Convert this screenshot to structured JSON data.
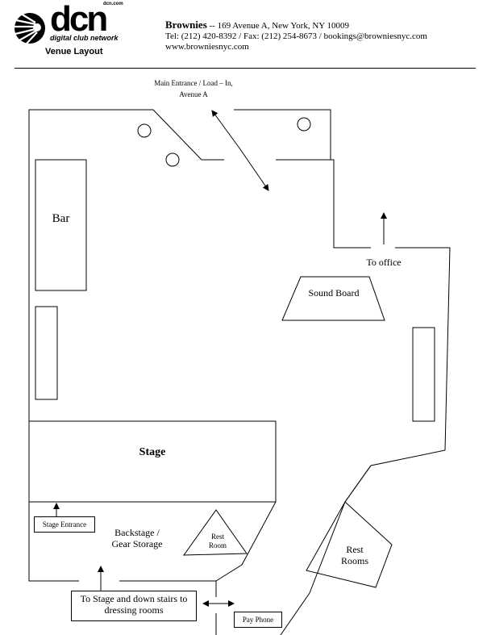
{
  "header": {
    "logo_text": "dcn",
    "logo_domain": "dcn.com",
    "logo_tagline": "digital club network",
    "page_title": "Venue Layout",
    "venue_name": "Brownies",
    "address": "-- 169 Avenue A, New York, NY  10009",
    "contact": "Tel: (212) 420-8392 / Fax: (212) 254-8673 / bookings@browniesnyc.com",
    "website": "www.browniesnyc.com"
  },
  "layout": {
    "main_entrance_line1": "Main Entrance / Load – In,",
    "main_entrance_line2": "Avenue A",
    "bar": "Bar",
    "to_office": "To office",
    "sound_board": "Sound Board",
    "stage": "Stage",
    "stage_entrance": "Stage Entrance",
    "backstage_line1": "Backstage /",
    "backstage_line2": "Gear Storage",
    "rest_room_line1": "Rest",
    "rest_room_line2": "Room",
    "rest_rooms_line1": "Rest",
    "rest_rooms_line2": "Rooms",
    "to_stage_line1": "To Stage and down stairs to",
    "to_stage_line2": "dressing rooms",
    "pay_phone": "Pay Phone"
  }
}
